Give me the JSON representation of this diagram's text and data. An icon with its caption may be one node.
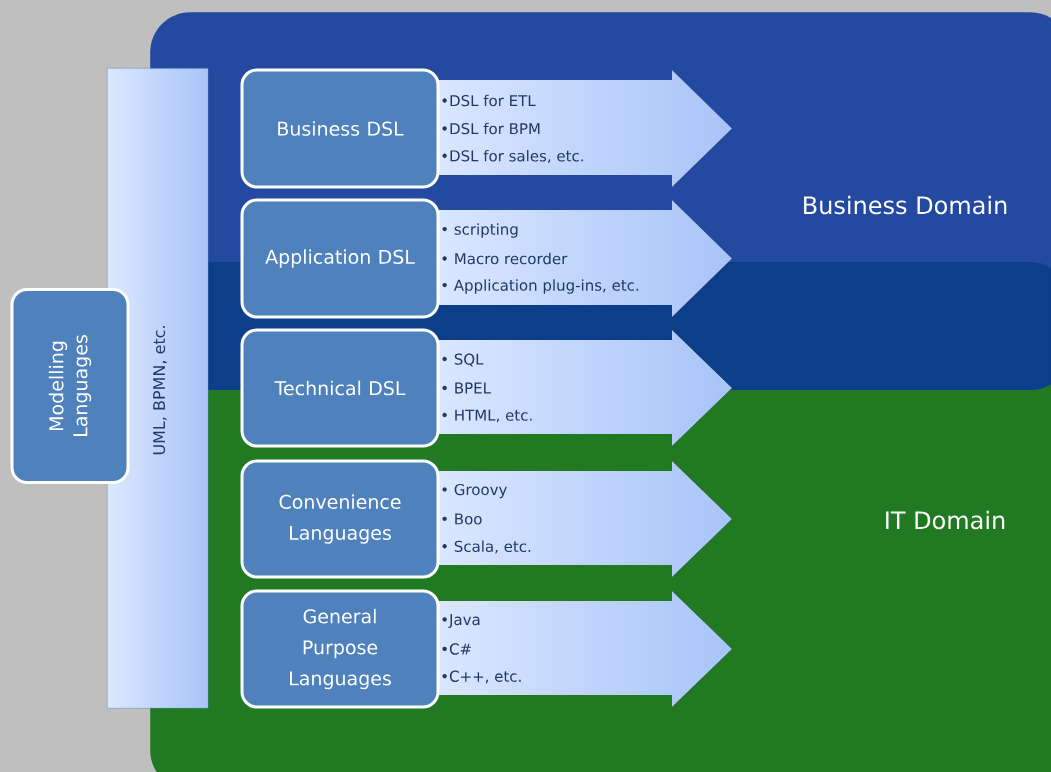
{
  "diagram": {
    "nodes": [
      {
        "text": [
          "Business Domain"
        ]
      },
      {
        "text": [
          "IT Domain"
        ]
      },
      {
        "text": [
          "Modelling Languages"
        ]
      },
      {
        "text": [
          "UML, BPMN, etc."
        ]
      },
      {
        "text": [
          "Business DSL"
        ],
        "in": 0
      },
      {
        "text": [
          "•DSL for ETL",
          "•DSL for BPM",
          "•DSL for sales, etc."
        ],
        "in": 0
      },
      {
        "text": [
          "Application DSL"
        ],
        "in": 0
      },
      {
        "text": [
          "• scripting",
          "• Macro recorder",
          "• Application plug-ins, etc."
        ],
        "in": 0
      },
      {
        "text": [
          "Technical DSL"
        ],
        "in": 1
      },
      {
        "text": [
          "• SQL",
          "• BPEL",
          "• HTML, etc."
        ],
        "in": 1
      },
      {
        "text": [
          "Convenience Languages"
        ],
        "in": 1
      },
      {
        "text": [
          "• Groovy",
          "• Boo",
          "• Scala, etc."
        ],
        "in": 1
      },
      {
        "text": [
          "General Purpose Languages"
        ],
        "in": 1
      },
      {
        "text": [
          "•Java",
          "•C#",
          "•C++, etc."
        ],
        "in": 1
      }
    ]
  }
}
